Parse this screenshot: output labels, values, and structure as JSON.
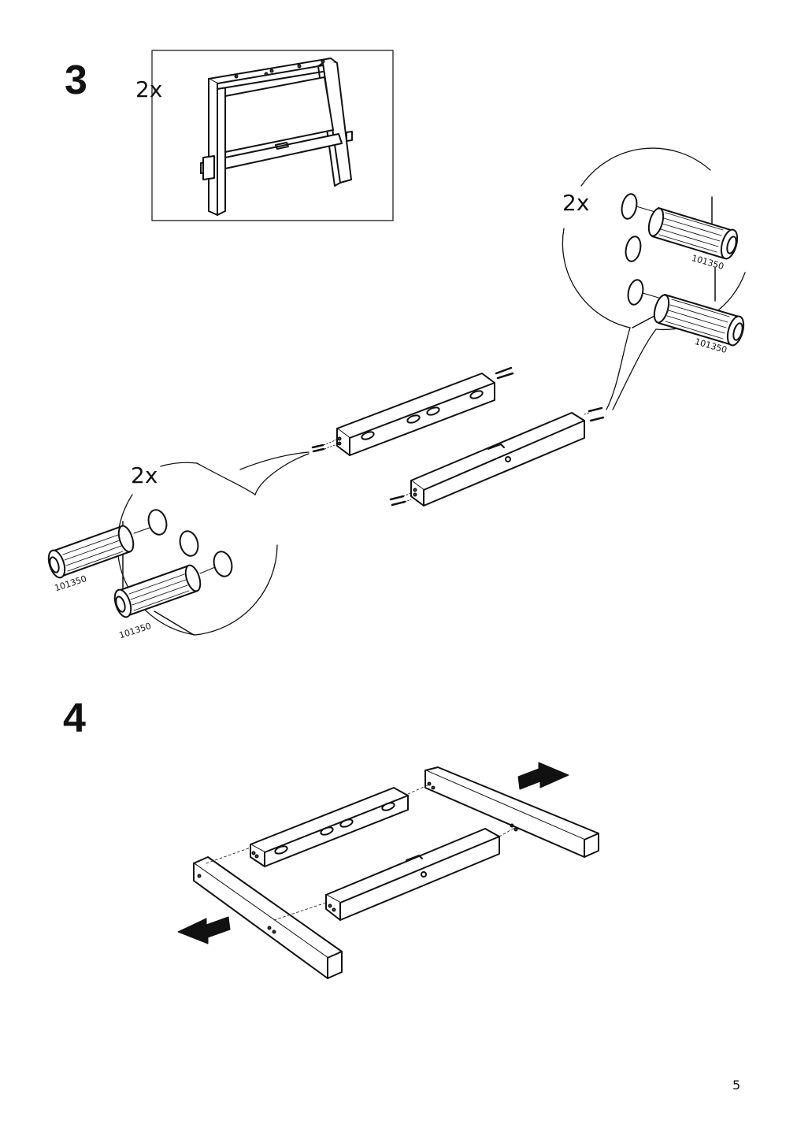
{
  "steps": [
    {
      "number": "3",
      "box_quantity": "2x",
      "detail_quantity_right": "2x",
      "detail_quantity_left": "2x"
    },
    {
      "number": "4"
    }
  ],
  "parts": {
    "dowel_part_number": "101350"
  },
  "page_number": "5",
  "icons": [
    "frame-leg-icon",
    "dowel-icon",
    "rail-icon",
    "push-arrow-icon"
  ]
}
